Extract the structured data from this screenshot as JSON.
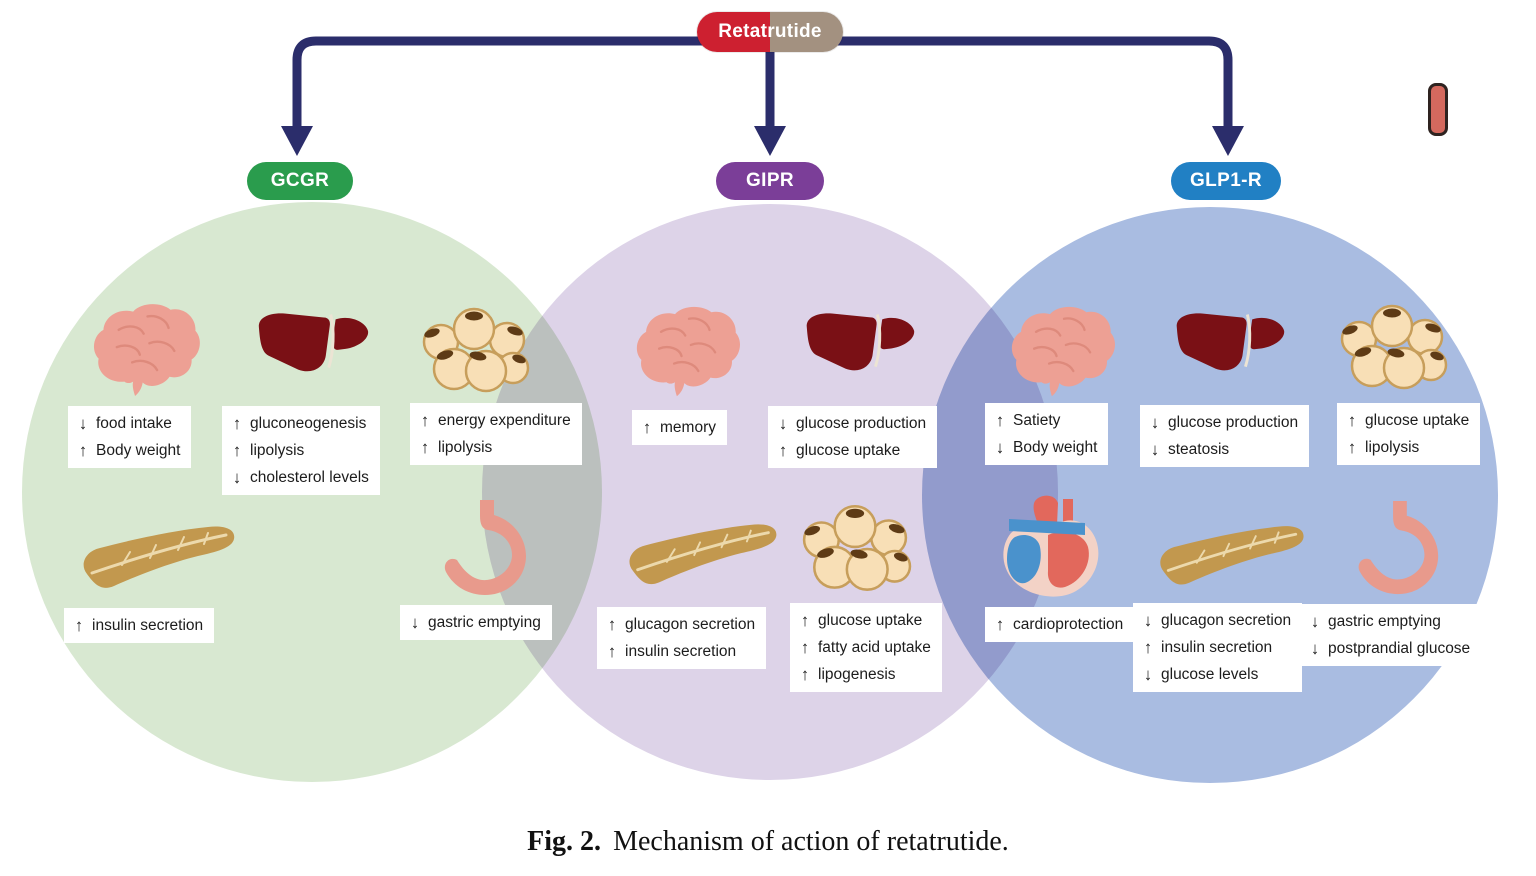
{
  "title_pill": "Retatrutide",
  "caption": {
    "label": "Fig. 2.",
    "text": "Mechanism of action of retatrutide."
  },
  "colors": {
    "connector_navy": "#2b2d6b",
    "pill_red": "#cd2030",
    "pill_tan": "#a39180",
    "gcgr_green": "#2a9c4d",
    "gipr_purple": "#7b3e98",
    "glp1r_blue": "#2180c4",
    "circle_green": "#d8e8d1",
    "circle_purple": "#ddd3e8",
    "circle_blue": "#a9bce1",
    "liver_maroon": "#7a1015",
    "brain_salmon": "#eda094",
    "pancreas_tan": "#c2984e",
    "adipose_cream": "#f8dfb6"
  },
  "icons": {
    "brain": "brain-icon",
    "liver": "liver-icon",
    "adipose": "adipose-tissue-icon",
    "pancreas": "pancreas-icon",
    "stomach": "stomach-icon",
    "heart": "heart-icon",
    "capsule": "red-capsule-icon",
    "up_arrow": "↑",
    "down_arrow": "↓"
  },
  "gcgr": {
    "label": "GCGR",
    "boxes": {
      "brain": {
        "items": [
          {
            "arrow": "↓",
            "text": "food intake"
          },
          {
            "arrow": "↑",
            "text": "Body weight"
          }
        ]
      },
      "liver": {
        "items": [
          {
            "arrow": "↑",
            "text": "gluconeogenesis"
          },
          {
            "arrow": "↑",
            "text": "lipolysis"
          },
          {
            "arrow": "↓",
            "text": "cholesterol levels"
          }
        ]
      },
      "adipose": {
        "items": [
          {
            "arrow": "↑",
            "text": "energy expenditure"
          },
          {
            "arrow": "↑",
            "text": "lipolysis"
          }
        ]
      },
      "pancreas": {
        "items": [
          {
            "arrow": "↑",
            "text": "insulin secretion"
          }
        ]
      },
      "stomach": {
        "items": [
          {
            "arrow": "↓",
            "text": "gastric emptying"
          }
        ]
      }
    }
  },
  "gipr": {
    "label": "GIPR",
    "boxes": {
      "brain": {
        "items": [
          {
            "arrow": "↑",
            "text": "memory"
          }
        ]
      },
      "liver": {
        "items": [
          {
            "arrow": "↓",
            "text": "glucose production"
          },
          {
            "arrow": "↑",
            "text": "glucose uptake"
          }
        ]
      },
      "pancreas": {
        "items": [
          {
            "arrow": "↑",
            "text": "glucagon secretion"
          },
          {
            "arrow": "↑",
            "text": "insulin secretion"
          }
        ]
      },
      "adipose": {
        "items": [
          {
            "arrow": "↑",
            "text": "glucose uptake"
          },
          {
            "arrow": "↑",
            "text": "fatty acid uptake"
          },
          {
            "arrow": "↑",
            "text": "lipogenesis"
          }
        ]
      }
    }
  },
  "glp1r": {
    "label": "GLP1-R",
    "boxes": {
      "brain": {
        "items": [
          {
            "arrow": "↑",
            "text": "Satiety"
          },
          {
            "arrow": "↓",
            "text": "Body weight"
          }
        ]
      },
      "liver": {
        "items": [
          {
            "arrow": "↓",
            "text": "glucose production"
          },
          {
            "arrow": "↓",
            "text": "steatosis"
          }
        ]
      },
      "adipose": {
        "items": [
          {
            "arrow": "↑",
            "text": "glucose uptake"
          },
          {
            "arrow": "↑",
            "text": "lipolysis"
          }
        ]
      },
      "heart": {
        "items": [
          {
            "arrow": "↑",
            "text": "cardioprotection"
          }
        ]
      },
      "pancreas": {
        "items": [
          {
            "arrow": "↓",
            "text": "glucagon secretion"
          },
          {
            "arrow": "↑",
            "text": "insulin secretion"
          },
          {
            "arrow": "↓",
            "text": "glucose levels"
          }
        ]
      },
      "stomach": {
        "items": [
          {
            "arrow": "↓",
            "text": "gastric emptying"
          },
          {
            "arrow": "↓",
            "text": "postprandial glucose"
          }
        ]
      }
    }
  }
}
